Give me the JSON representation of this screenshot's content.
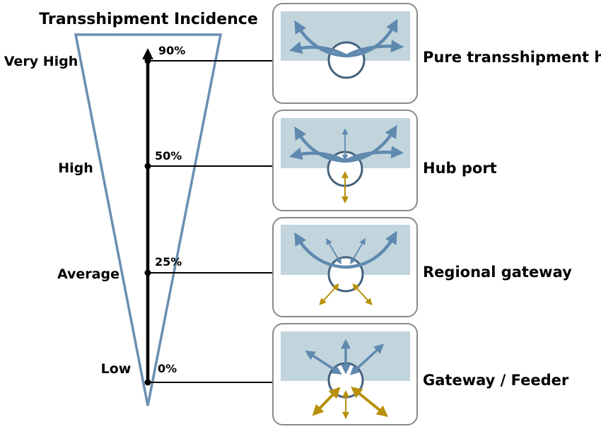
{
  "title": "Transshipment Incidence",
  "levels": [
    "Very High",
    "High",
    "Average",
    "Low"
  ],
  "percentages": [
    "90%",
    "50%",
    "25%",
    "0%"
  ],
  "port_types": [
    "Pure transshipment hub",
    "Hub port",
    "Regional gateway",
    "Gateway / Feeder"
  ],
  "colors": {
    "triangle": "#6a8fb0",
    "sea": "#c2d5dd",
    "maritime_arrow": "#6089af",
    "land_arrow": "#b8900a",
    "port_circle": "#45627c",
    "panel_border": "#8a8a8a"
  }
}
